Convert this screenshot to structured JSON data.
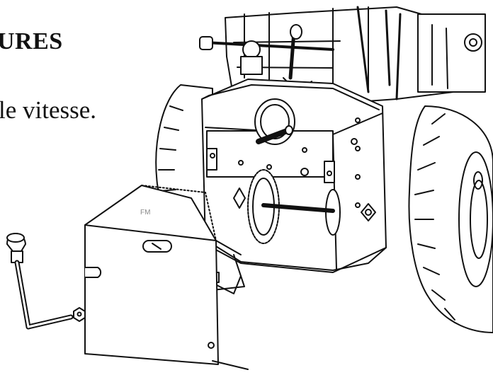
{
  "heading": "URES",
  "body_text": "le vitesse.",
  "figure": {
    "panel_label": "FM",
    "colors": {
      "ink": "#111111",
      "paper": "#ffffff",
      "shade": "#bdbdbd"
    }
  }
}
